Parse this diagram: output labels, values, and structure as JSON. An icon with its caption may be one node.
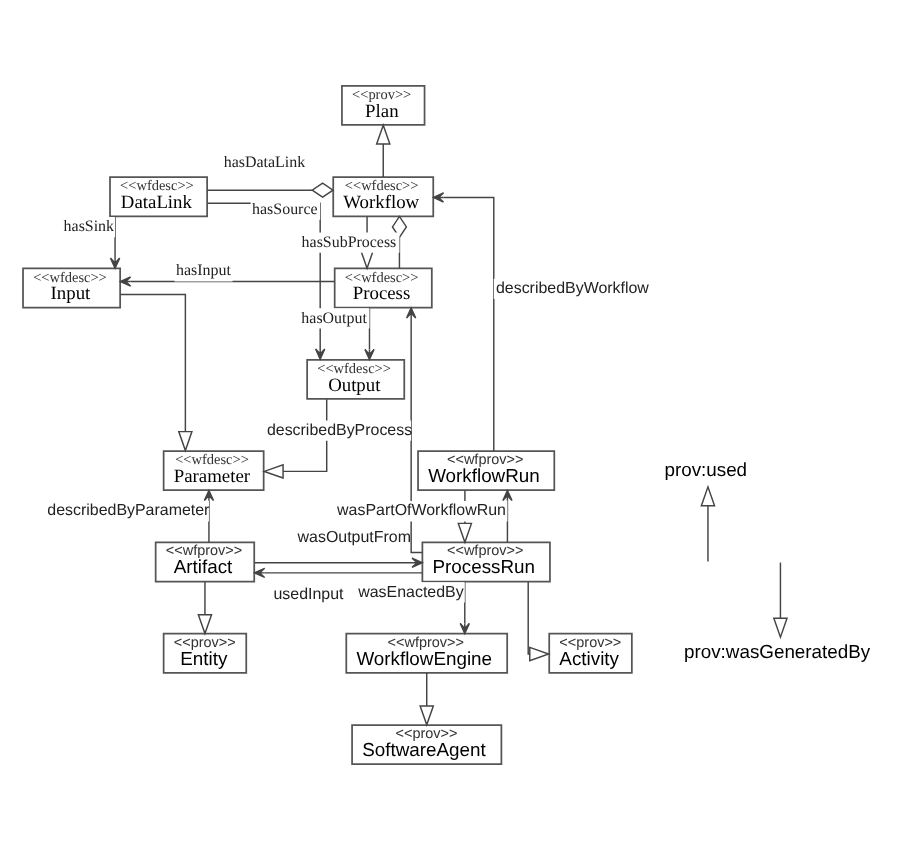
{
  "diagram": {
    "nodes": [
      {
        "text": [
          "<<prov>>",
          "Plan"
        ]
      },
      {
        "text": [
          "<<wfdesc>>",
          "DataLink"
        ]
      },
      {
        "text": [
          "<<wfdesc>>",
          "Workflow"
        ]
      },
      {
        "text": [
          "<<wfdesc>>",
          "Input"
        ]
      },
      {
        "text": [
          "<<wfdesc>>",
          "Process"
        ]
      },
      {
        "text": [
          "<<wfdesc>>",
          "Output"
        ]
      },
      {
        "text": [
          "<<wfdesc>>",
          "Parameter"
        ]
      },
      {
        "text": [
          "<<wfprov>>",
          "WorkflowRun"
        ]
      },
      {
        "text": [
          "prov:used"
        ]
      },
      {
        "text": [
          "<<wfprov>>",
          "Artifact"
        ]
      },
      {
        "text": [
          "<<wfprov>>",
          "ProcessRun"
        ]
      },
      {
        "text": [
          "<<prov>>",
          "Entity"
        ]
      },
      {
        "text": [
          "prov:wasGeneratedBy"
        ]
      },
      {
        "text": [
          "<<prov>>",
          "Activity"
        ]
      },
      {
        "text": [
          "<<wfprov>>",
          "WorkflowEngine"
        ]
      },
      {
        "text": [
          "<<prov>>",
          "SoftwareAgent"
        ]
      }
    ],
    "edges": [
      {
        "from": 2,
        "to": 0,
        "arrow": "to"
      },
      {
        "from": 1,
        "to": 2,
        "arrow": "other",
        "label": "hasDataLink"
      },
      {
        "from": 1,
        "to": 3,
        "arrow": "to",
        "label": "hasSink"
      },
      {
        "from": 4,
        "to": 2,
        "arrow": "other",
        "label": "hasSubProcess"
      },
      {
        "from": 2,
        "to": 4,
        "arrow": "to"
      },
      {
        "from": 1,
        "to": 5,
        "arrow": "to",
        "label": "hasSource"
      },
      {
        "from": 4,
        "to": 3,
        "arrow": "to",
        "label": "hasInput"
      },
      {
        "from": 4,
        "to": 5,
        "arrow": "to",
        "label": "hasOutput"
      },
      {
        "from": 7,
        "to": 2,
        "arrow": "to",
        "label": "describedByWorkflow"
      },
      {
        "from": 5,
        "to": 6,
        "arrow": "to"
      },
      {
        "from": 3,
        "to": 6,
        "arrow": "to"
      },
      {
        "from": 10,
        "to": 4,
        "arrow": "to",
        "label": "describedByProcess"
      },
      {
        "from": 10,
        "to": 7,
        "arrow": "to",
        "label": "wasPartOfWorkflowRun"
      },
      {
        "from": 7,
        "to": 10,
        "arrow": "to"
      },
      {
        "from": 9,
        "to": 6,
        "arrow": "to",
        "label": "describedByParameter"
      },
      {
        "from": null,
        "to": 8,
        "arrow": "to"
      },
      {
        "from": 10,
        "to": 9,
        "arrow": "to",
        "label": "usedInput"
      },
      {
        "from": 9,
        "to": 10,
        "arrow": "to",
        "label": "wasOutputFrom"
      },
      {
        "from": null,
        "to": 12,
        "arrow": "to"
      },
      {
        "from": 10,
        "to": 14,
        "arrow": "to",
        "label": "wasEnactedBy"
      },
      {
        "from": 9,
        "to": 11,
        "arrow": "to"
      },
      {
        "from": 10,
        "to": 13,
        "arrow": "to"
      },
      {
        "from": 14,
        "to": 15,
        "arrow": "to"
      }
    ]
  }
}
